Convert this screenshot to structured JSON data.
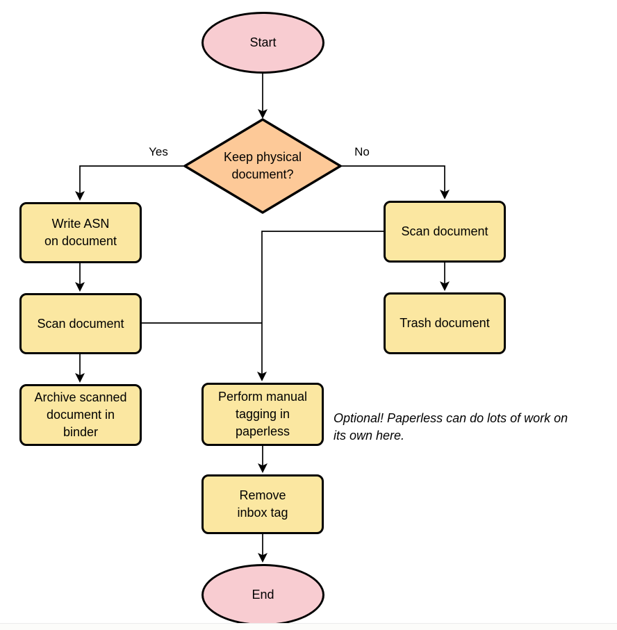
{
  "colors": {
    "terminal_fill": "#F8CCD1",
    "decision_fill": "#FDC998",
    "process_fill": "#FBE7A1",
    "stroke": "#000000"
  },
  "nodes": {
    "start": {
      "label": "Start"
    },
    "decision": {
      "lines": [
        "Keep physical",
        "document?"
      ]
    },
    "write_asn": {
      "lines": [
        "Write ASN",
        "on document"
      ]
    },
    "scan_left": {
      "label": "Scan document"
    },
    "archive": {
      "lines": [
        "Archive scanned",
        "document in",
        "binder"
      ]
    },
    "scan_right": {
      "label": "Scan document"
    },
    "trash": {
      "label": "Trash document"
    },
    "tagging": {
      "lines": [
        "Perform manual",
        "tagging in",
        "paperless"
      ]
    },
    "remove_inbox": {
      "lines": [
        "Remove",
        "inbox tag"
      ]
    },
    "end": {
      "label": "End"
    }
  },
  "edge_labels": {
    "yes": "Yes",
    "no": "No"
  },
  "annotation": {
    "lines": [
      "Optional! Paperless can do lots of work on",
      "its own here."
    ]
  }
}
